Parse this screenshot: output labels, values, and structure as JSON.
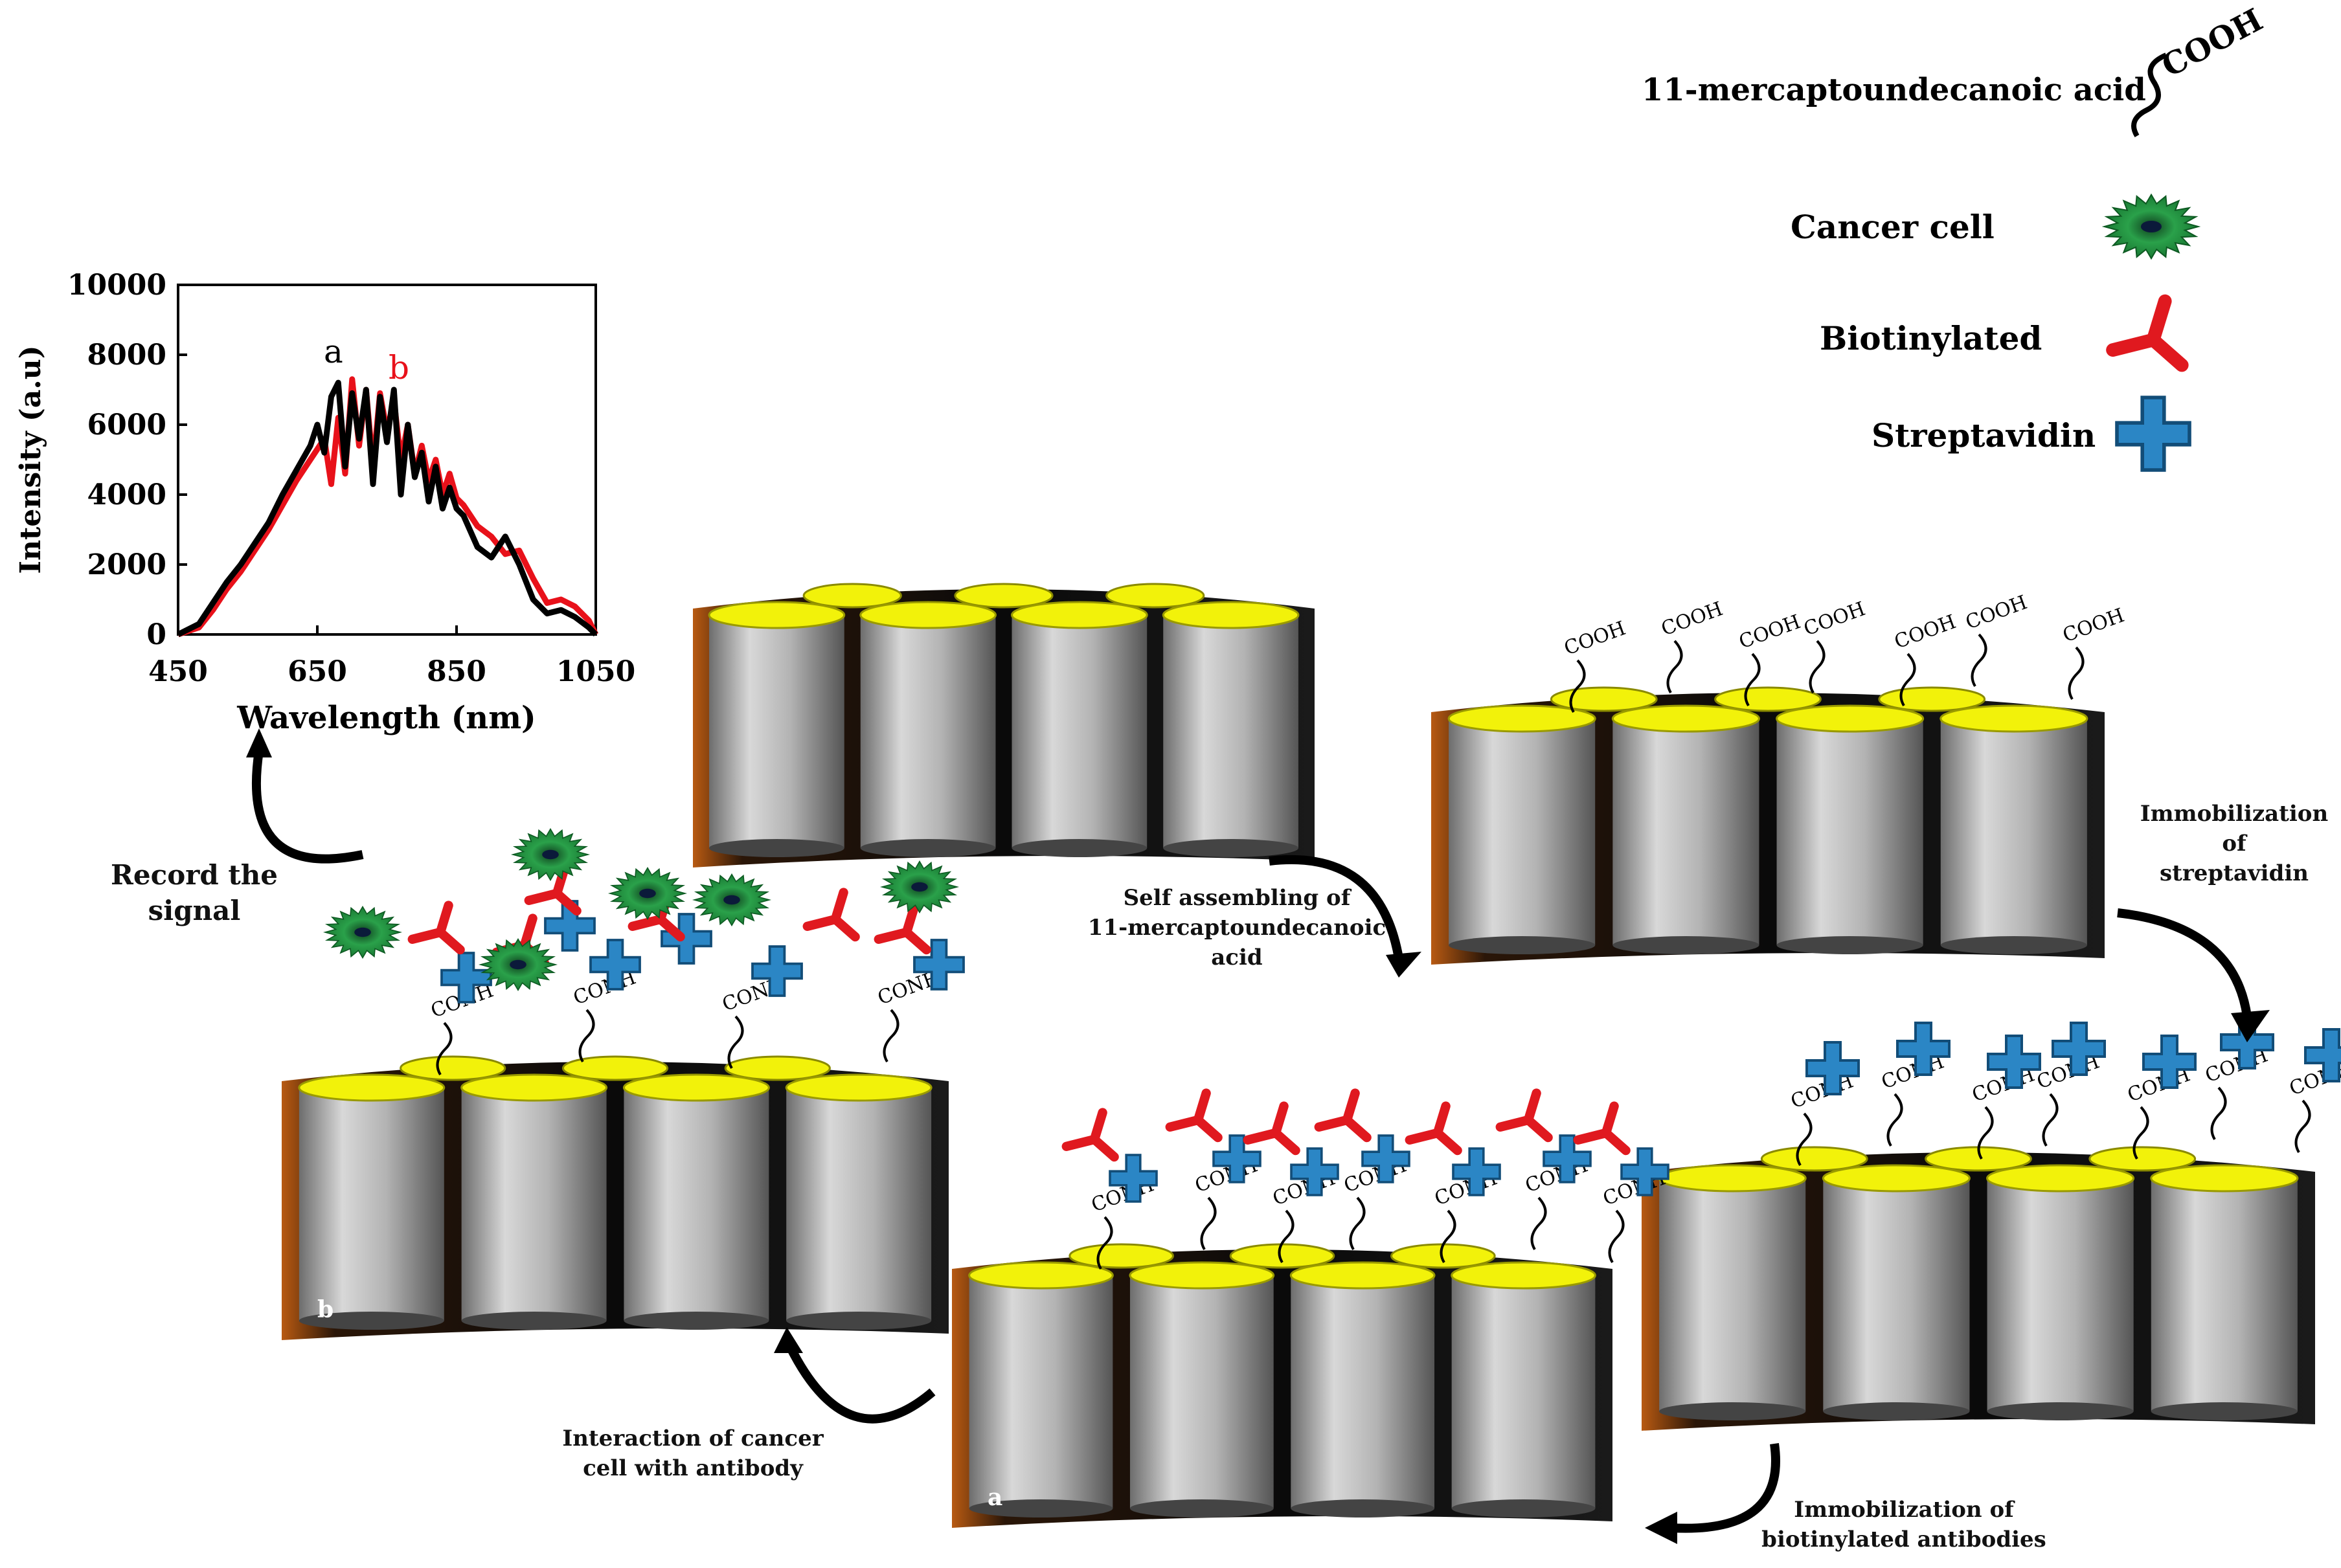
{
  "legend": {
    "acid": "11-mercaptoundecanoic acid",
    "acid_group": "COOH",
    "cancer": "Cancer cell",
    "biotin": "Biotinylated",
    "strep": "Streptavidin"
  },
  "steps": {
    "self_assembly": [
      "Self assembling of",
      "11-mercaptoundecanoic",
      "acid"
    ],
    "immob_strep": [
      "Immobilization",
      "of",
      "streptavidin"
    ],
    "immob_bio": [
      "Immobilization of",
      "biotinylated antibodies"
    ],
    "interaction": [
      "Interaction of cancer",
      "cell with antibody"
    ],
    "record": [
      "Record the",
      "signal"
    ]
  },
  "group_labels": {
    "cooh": "COOH",
    "conh": "CONH"
  },
  "substrate_labels": {
    "a": "a",
    "b": "b"
  },
  "colors": {
    "curve_a": "#000000",
    "curve_b": "#e8111a",
    "cell": "#1f8a3c",
    "biotin": "#e0191f",
    "strep": "#2b86c5",
    "pore_top": "#f2f20a"
  },
  "chart_data": {
    "type": "line",
    "xlabel": "Wavelength (nm)",
    "ylabel": "Intensity (a.u)",
    "xlim": [
      450,
      1050
    ],
    "ylim": [
      0,
      10000
    ],
    "xticks": [
      450,
      650,
      850,
      1050
    ],
    "yticks": [
      0,
      2000,
      4000,
      6000,
      8000,
      10000
    ],
    "series": [
      {
        "name": "a",
        "x": [
          450,
          480,
          500,
          520,
          540,
          560,
          580,
          600,
          620,
          640,
          650,
          660,
          670,
          680,
          690,
          700,
          710,
          720,
          730,
          740,
          750,
          760,
          770,
          780,
          790,
          800,
          810,
          820,
          830,
          840,
          850,
          860,
          880,
          900,
          920,
          940,
          960,
          980,
          1000,
          1020,
          1040,
          1050
        ],
        "y": [
          0,
          300,
          900,
          1500,
          2000,
          2600,
          3200,
          4000,
          4700,
          5400,
          6000,
          5200,
          6800,
          7200,
          4800,
          6900,
          5600,
          7000,
          4300,
          6800,
          5500,
          7000,
          4000,
          6000,
          4500,
          5200,
          3800,
          4800,
          3600,
          4200,
          3600,
          3400,
          2500,
          2200,
          2800,
          2000,
          1000,
          600,
          700,
          500,
          200,
          0
        ]
      },
      {
        "name": "b",
        "x": [
          450,
          480,
          500,
          520,
          540,
          560,
          580,
          600,
          620,
          640,
          660,
          670,
          680,
          690,
          700,
          710,
          720,
          730,
          740,
          750,
          760,
          770,
          780,
          790,
          800,
          810,
          820,
          830,
          840,
          850,
          860,
          880,
          900,
          920,
          940,
          960,
          980,
          1000,
          1020,
          1040,
          1050
        ],
        "y": [
          0,
          200,
          700,
          1300,
          1800,
          2400,
          3000,
          3700,
          4400,
          5000,
          5600,
          4300,
          6200,
          4600,
          7300,
          5400,
          7000,
          4800,
          6900,
          5800,
          6700,
          5000,
          6000,
          4600,
          5400,
          4400,
          5000,
          4000,
          4600,
          3900,
          3700,
          3100,
          2800,
          2300,
          2400,
          1600,
          900,
          1000,
          800,
          400,
          0
        ]
      }
    ]
  }
}
